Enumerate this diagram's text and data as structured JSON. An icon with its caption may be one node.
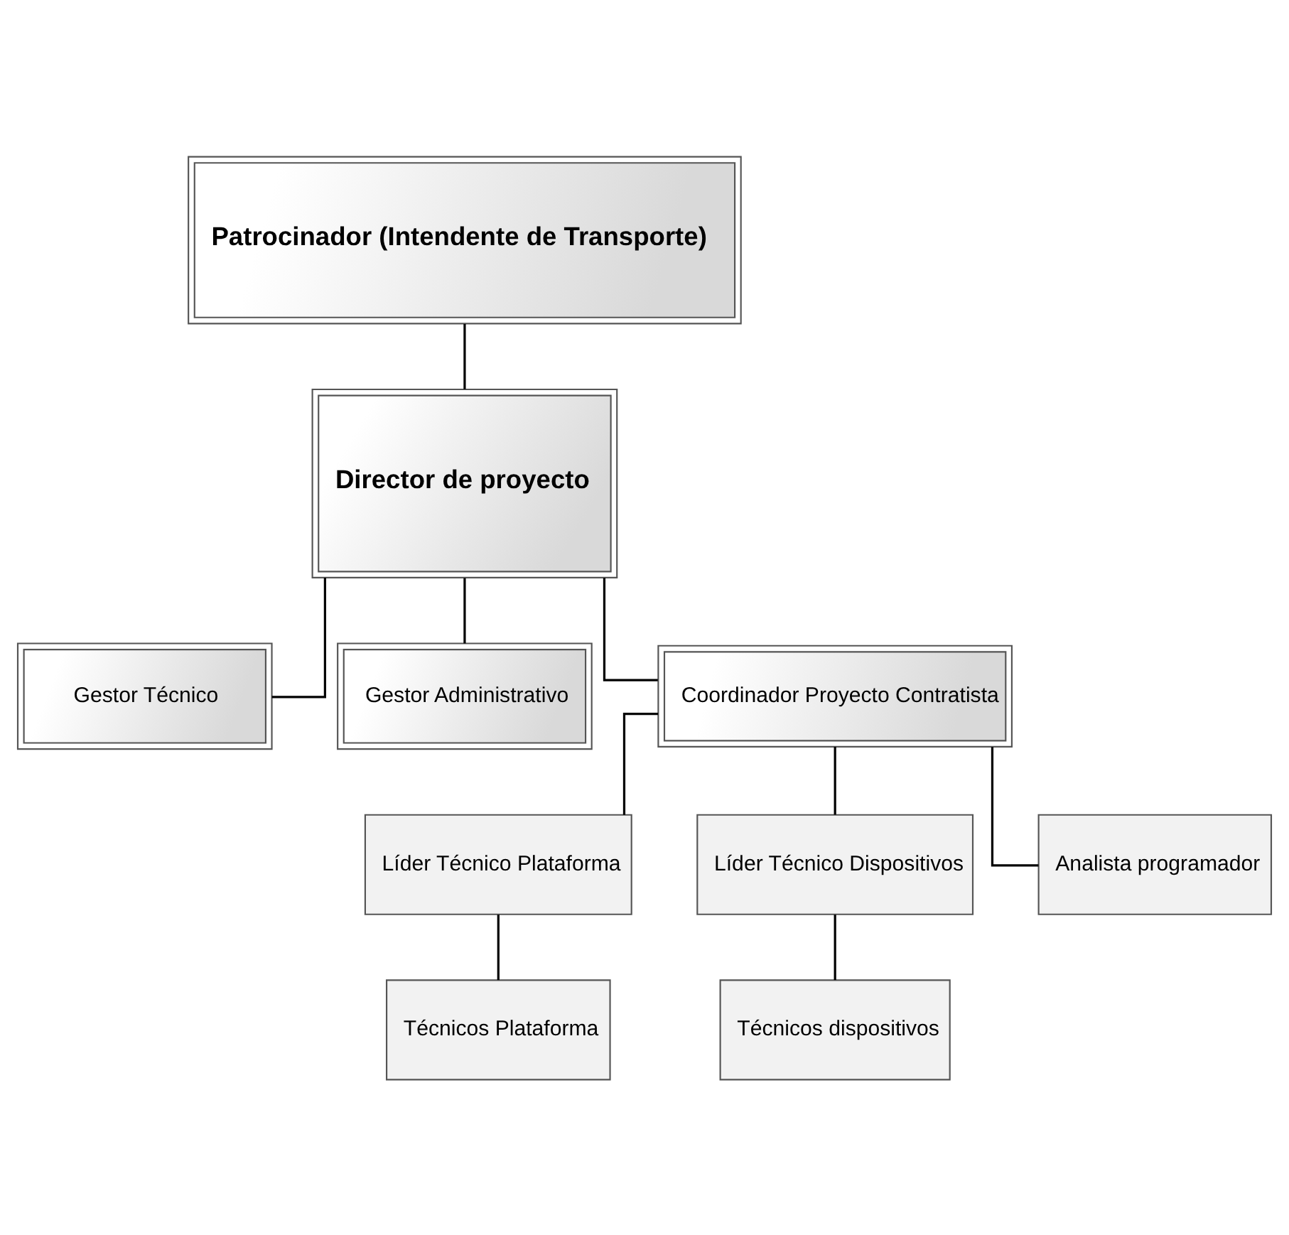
{
  "diagram": {
    "nodes": [
      {
        "text": [
          "Patrocinador (Intendente de Transporte)"
        ]
      },
      {
        "text": [
          "Director de proyecto"
        ]
      },
      {
        "text": [
          "Gestor Técnico"
        ]
      },
      {
        "text": [
          "Gestor Administrativo"
        ]
      },
      {
        "text": [
          "Coordinador Proyecto Contratista"
        ]
      },
      {
        "text": [
          "Líder Técnico Plataforma"
        ]
      },
      {
        "text": [
          "Líder Técnico Dispositivos"
        ]
      },
      {
        "text": [
          "Analista programador"
        ]
      },
      {
        "text": [
          "Técnicos Plataforma"
        ]
      },
      {
        "text": [
          "Técnicos dispositivos"
        ]
      }
    ],
    "edges": [
      {
        "from": 0,
        "to": 1,
        "arrow": "none"
      },
      {
        "from": 1,
        "to": 2,
        "arrow": "none"
      },
      {
        "from": 1,
        "to": 4,
        "arrow": "none"
      },
      {
        "from": 1,
        "to": 3,
        "arrow": "none"
      },
      {
        "from": 4,
        "to": 5,
        "arrow": "none"
      },
      {
        "from": 4,
        "to": 6,
        "arrow": "none"
      },
      {
        "from": 4,
        "to": 7,
        "arrow": "none"
      },
      {
        "from": 5,
        "to": 8,
        "arrow": "none"
      },
      {
        "from": 6,
        "to": 9,
        "arrow": "none"
      }
    ]
  }
}
